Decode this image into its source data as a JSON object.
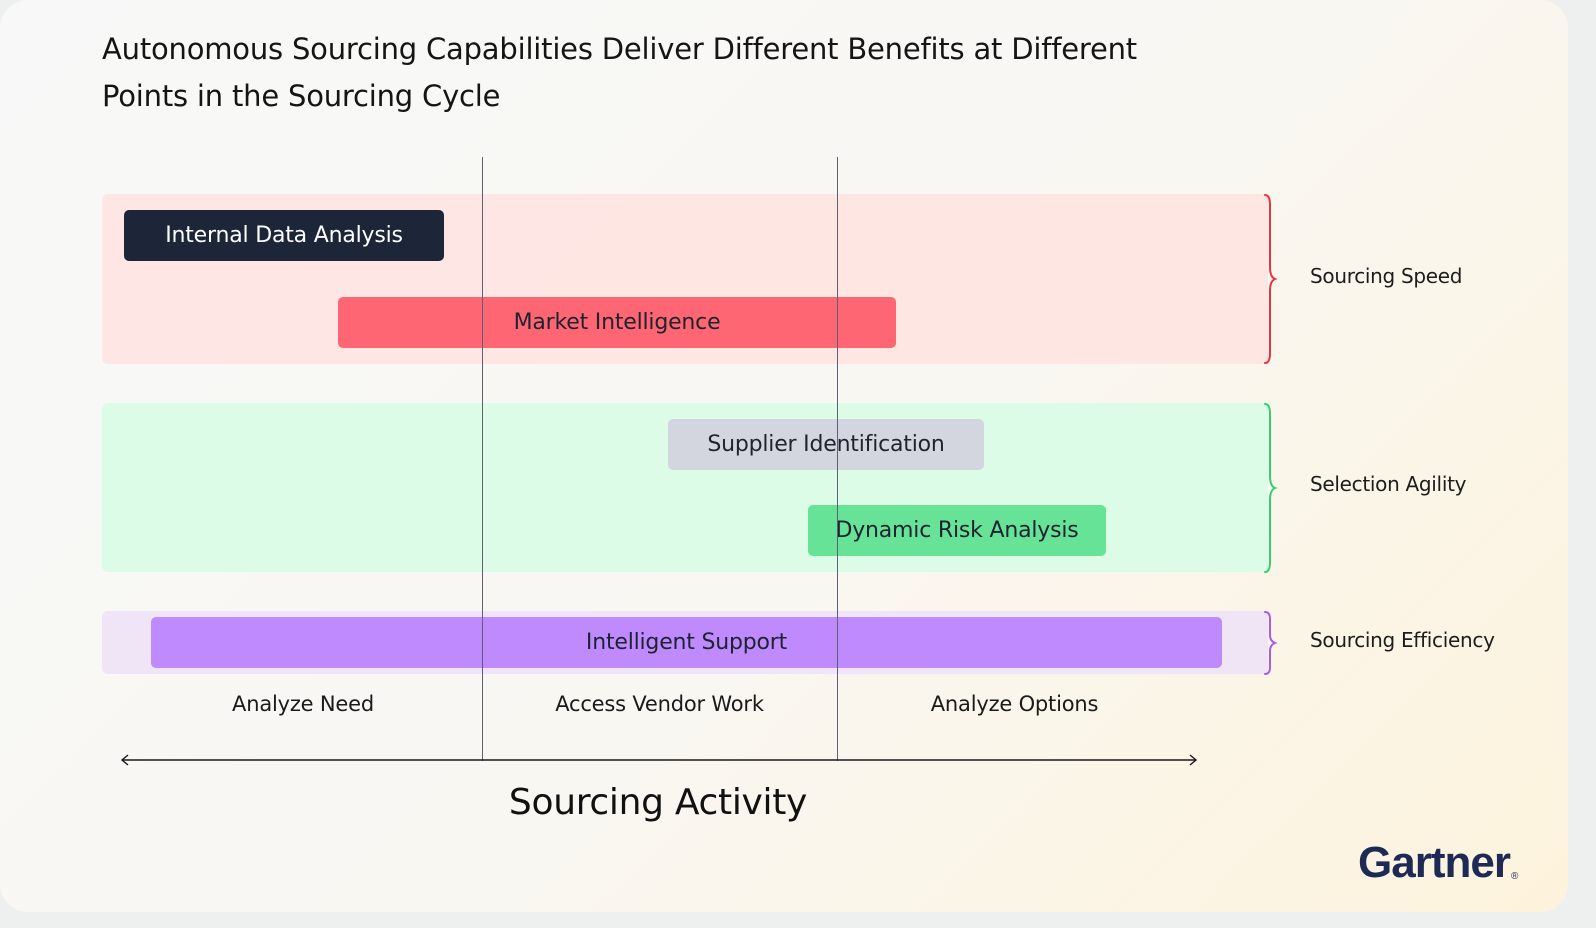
{
  "title": "Autonomous Sourcing Capabilities Deliver Different Benefits at Different Points in the Sourcing Cycle",
  "categories": {
    "speed": "Sourcing Speed",
    "agility": "Selection Agility",
    "efficiency": "Sourcing Efficiency"
  },
  "capabilities": {
    "internal_data_analysis": "Internal Data Analysis",
    "market_intelligence": "Market Intelligence",
    "supplier_identification": "Supplier Identification",
    "dynamic_risk_analysis": "Dynamic Risk Analysis",
    "intelligent_support": "Intelligent Support"
  },
  "phases": [
    "Analyze Need",
    "Access Vendor Work",
    "Analyze Options"
  ],
  "axis_title": "Sourcing Activity",
  "logo": "Gartner",
  "colors": {
    "speed": "#e8323c",
    "agility": "#2fd06f",
    "efficiency": "#a45cf0",
    "navy": "#1c2638"
  }
}
